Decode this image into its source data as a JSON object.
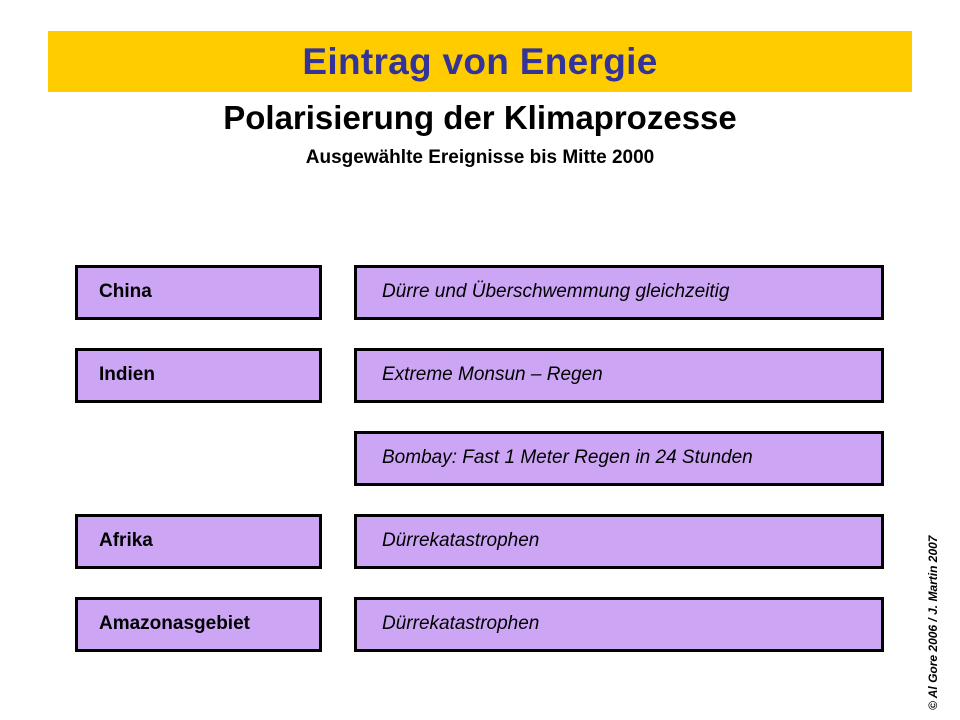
{
  "slide": {
    "banner": {
      "title": "Eintrag von Energie",
      "background_color": "#ffcc00",
      "title_color": "#333399"
    },
    "subtitle": "Polarisierung der Klimaprozesse",
    "subsubtitle": "Ausgewählte Ereignisse bis Mitte 2000",
    "box_fill_color": "#cca6f5",
    "box_border_color": "#000000",
    "rows": [
      {
        "region": "China",
        "event": "Dürre und Überschwemmung gleichzeitig",
        "has_region_box": true
      },
      {
        "region": "Indien",
        "event": "Extreme Monsun – Regen",
        "has_region_box": true
      },
      {
        "region": "",
        "event": "Bombay: Fast 1 Meter Regen in 24 Stunden",
        "has_region_box": false
      },
      {
        "region": "Afrika",
        "event": "Dürrekatastrophen",
        "has_region_box": true
      },
      {
        "region": "Amazonasgebiet",
        "event": "Dürrekatastrophen",
        "has_region_box": true
      }
    ],
    "credit": "© Al Gore 2006 / J. Martin 2007"
  }
}
